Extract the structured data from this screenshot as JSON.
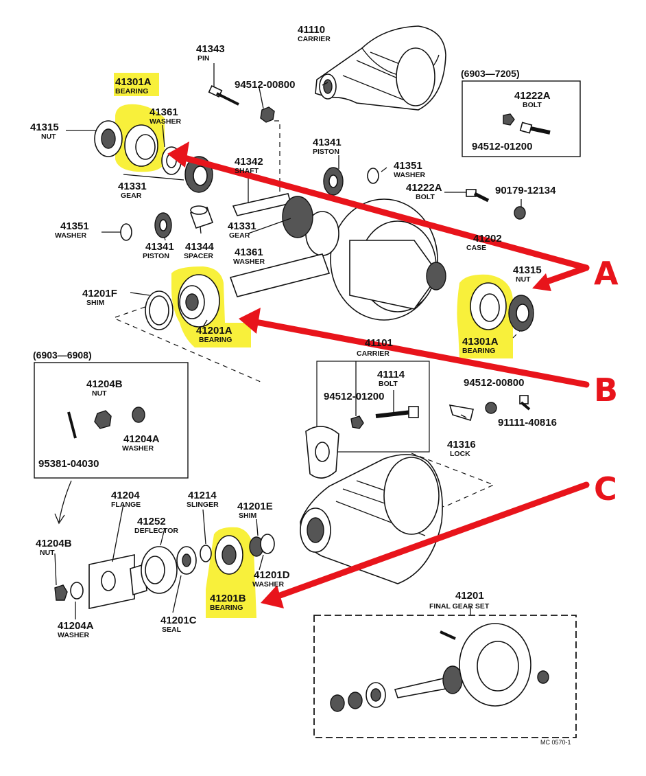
{
  "colors": {
    "highlight": "#f7ef2a",
    "arrow": "#e8141b",
    "ink": "#111111"
  },
  "callouts": {
    "a": "A",
    "b": "B",
    "c": "C"
  },
  "inset_tl": {
    "range": "(6903—7205)",
    "bolt_num": "41222A",
    "bolt_name": "BOLT",
    "nut_num": "94512-01200"
  },
  "inset_left": {
    "range": "(6903—6908)",
    "nut_num": "41204B",
    "nut_name": "NUT",
    "washer_num": "41204A",
    "washer_name": "WASHER",
    "pin_num": "95381-04030"
  },
  "inset_final": {
    "num": "41201",
    "name": "FINAL GEAR SET"
  },
  "footer_code": "MC 0570-1",
  "labels": {
    "carrier_top_num": "41110",
    "carrier_top_name": "CARRIER",
    "pin_num": "41343",
    "pin_name": "PIN",
    "nut_top_num": "94512-00800",
    "bearing_tl_num": "41301A",
    "bearing_tl_name": "BEARING",
    "washer_tl_num": "41361",
    "washer_tl_name": "WASHER",
    "nut_tl_num": "41315",
    "nut_tl_name": "NUT",
    "gear_tl_num": "41331",
    "gear_tl_name": "GEAR",
    "shaft_num": "41342",
    "shaft_name": "SHAFT",
    "piston_top_num": "41341",
    "piston_top_name": "PISTON",
    "washer_r_num": "41351",
    "washer_r_name": "WASHER",
    "bolt_r_num": "41222A",
    "bolt_r_name": "BOLT",
    "nut_r_num": "90179-12134",
    "case_num": "41202",
    "case_name": "CASE",
    "washer_l_num": "41351",
    "washer_l_name": "WASHER",
    "piston_l_num": "41341",
    "piston_l_name": "PISTON",
    "spacer_num": "41344",
    "spacer_name": "SPACER",
    "gear_c_num": "41331",
    "gear_c_name": "GEAR",
    "washer_c_num": "41361",
    "washer_c_name": "WASHER",
    "nut_r2_num": "41315",
    "nut_r2_name": "NUT",
    "shim_f_num": "41201F",
    "shim_f_name": "SHIM",
    "bearing_mid_num": "41201A",
    "bearing_mid_name": "BEARING",
    "bearing_r_num": "41301A",
    "bearing_r_name": "BEARING",
    "carrier_mid_num": "41101",
    "carrier_mid_name": "CARRIER",
    "nut_m_num": "94512-01200",
    "bolt_m_num": "41114",
    "bolt_m_name": "BOLT",
    "nut_m2_num": "94512-00800",
    "bolt_m2_num": "91111-40816",
    "lock_num": "41316",
    "lock_name": "LOCK",
    "flange_num": "41204",
    "flange_name": "FLANGE",
    "deflector_num": "41252",
    "deflector_name": "DEFLECTOR",
    "slinger_num": "41214",
    "slinger_name": "SLINGER",
    "shim_e_num": "41201E",
    "shim_e_name": "SHIM",
    "nut_b_num": "41204B",
    "nut_b_name": "NUT",
    "washer_d_num": "41201D",
    "washer_d_name": "WASHER",
    "bearing_b_num": "41201B",
    "bearing_b_name": "BEARING",
    "seal_num": "41201C",
    "seal_name": "SEAL",
    "washer_a_num": "41204A",
    "washer_a_name": "WASHER"
  }
}
